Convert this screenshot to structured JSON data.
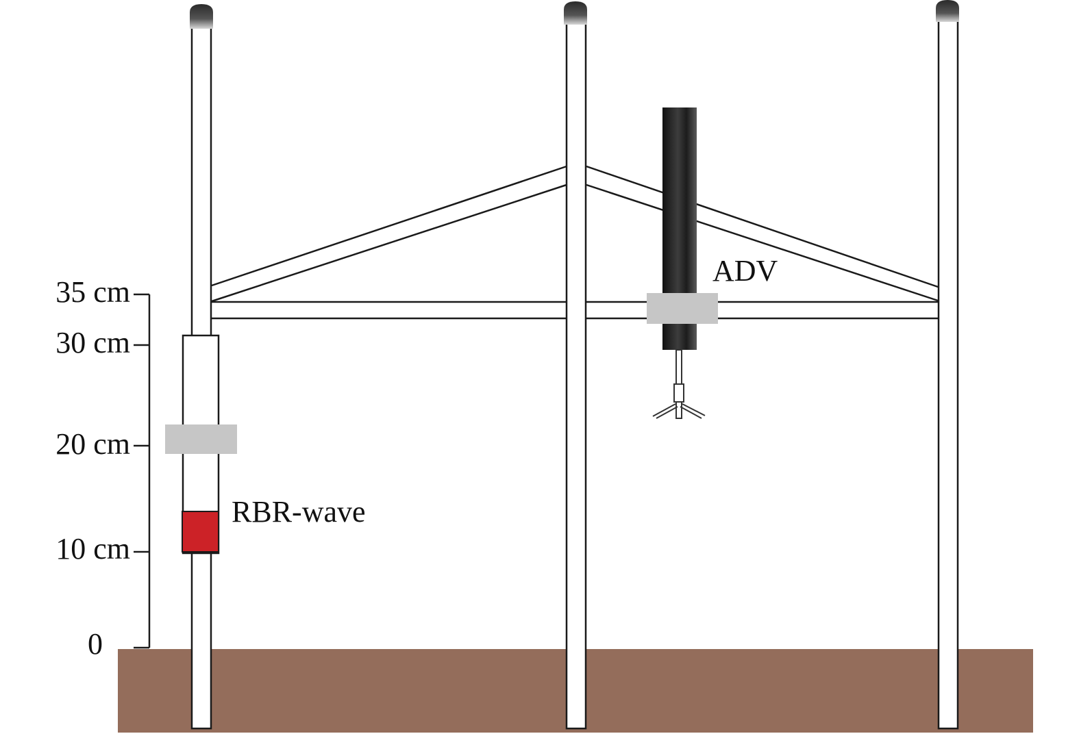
{
  "scale": {
    "labels": [
      "35 cm",
      "30 cm",
      "20 cm",
      "10 cm",
      "0"
    ]
  },
  "instruments": {
    "adv_label": "ADV",
    "rbr_label": "RBR-wave"
  },
  "colors": {
    "sediment": "#946d5b",
    "rbr_sensor": "#cc2227",
    "clamp": "#c6c6c6",
    "pole_cap": "#3a3a3a",
    "stroke": "#1a1a1a"
  }
}
